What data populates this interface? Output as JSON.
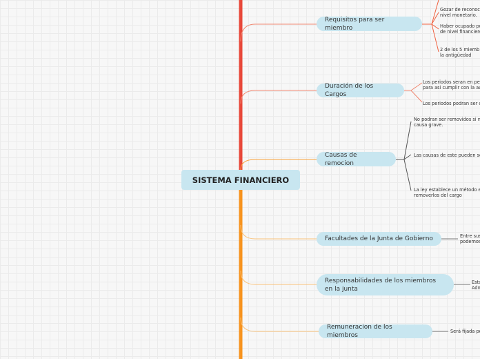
{
  "center": {
    "title": "SISTEMA FINANCIERO"
  },
  "colors": {
    "trunk_top": "#e8483a",
    "trunk_bottom": "#f7931e",
    "branch_red": "#f08a73",
    "branch_orange": "#f9c27a",
    "branch_gray": "#777777",
    "node": "#c8e6f0"
  },
  "branches": [
    {
      "label": "Requisitos para ser miembro",
      "leaves": [
        "Gozar de reconoc",
        "nivel monetario.",
        "Haber ocupado po",
        "de nivel financiero",
        "2 de los 5 miemb",
        "la antigüedad"
      ]
    },
    {
      "label": "Duración de los Cargos",
      "leaves": [
        "Los periodos seran en per",
        "para asi cumplir con la au",
        "Los periodos podran ser c"
      ]
    },
    {
      "label": "Causas de remocion",
      "leaves": [
        "No podran ser removidos si n",
        "causa grave.",
        "Las causas de este pueden se",
        "La ley establece un método e",
        "removerlos del cargo"
      ]
    },
    {
      "label": "Facultades de la Junta de Gobierno",
      "leaves": [
        "Entre sus",
        "podemos"
      ]
    },
    {
      "label": "Responsabilidades de los miembros en la junta",
      "leaves": [
        "Esta",
        "Adm"
      ]
    },
    {
      "label": "Remuneracion de los miembros",
      "leaves": [
        "Será fijada pe"
      ]
    }
  ]
}
